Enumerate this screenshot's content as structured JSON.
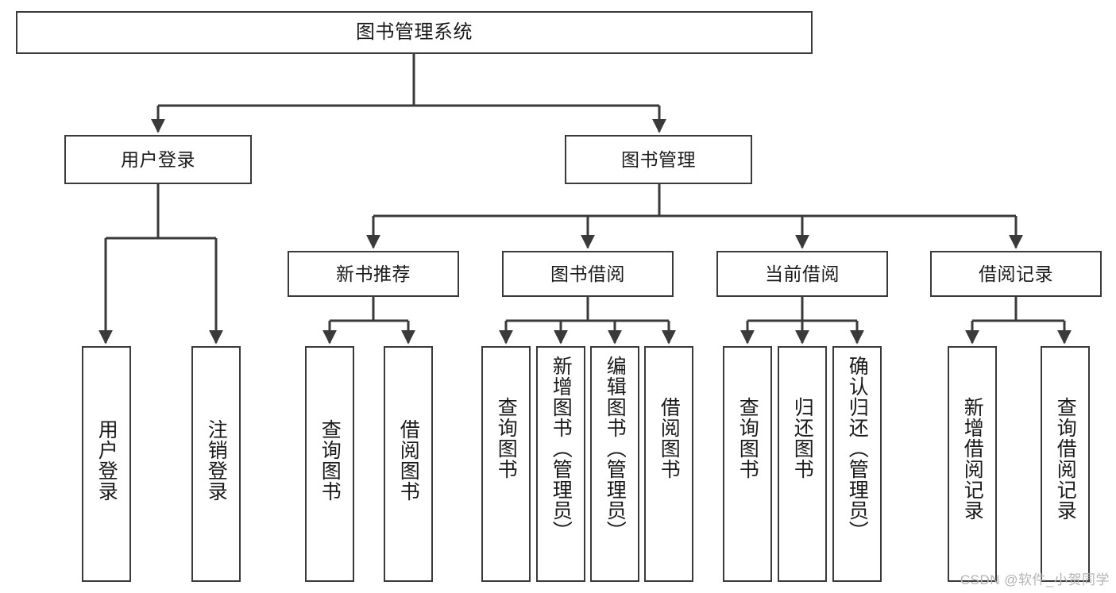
{
  "diagram": {
    "title": "图书管理系统",
    "type": "tree-hierarchy-diagram",
    "watermark": "CSDN @软件_小贺同学",
    "colors": {
      "border": "#3a3a3a",
      "fill": "#ffffff",
      "text": "#1a1a1a",
      "edge": "#3a3a3a",
      "watermark": "#b4b4b4"
    },
    "levels": [
      {
        "level": 1,
        "nodes": [
          {
            "id": "root",
            "label": "图书管理系统",
            "orientation": "horizontal"
          }
        ]
      },
      {
        "level": 2,
        "nodes": [
          {
            "id": "login",
            "label": "用户登录",
            "orientation": "horizontal",
            "parent": "root"
          },
          {
            "id": "bookmgmt",
            "label": "图书管理",
            "orientation": "horizontal",
            "parent": "root"
          }
        ]
      },
      {
        "level": 3,
        "nodes": [
          {
            "id": "newbook",
            "label": "新书推荐",
            "orientation": "horizontal",
            "parent": "bookmgmt"
          },
          {
            "id": "borrow",
            "label": "图书借阅",
            "orientation": "horizontal",
            "parent": "bookmgmt"
          },
          {
            "id": "current",
            "label": "当前借阅",
            "orientation": "horizontal",
            "parent": "bookmgmt"
          },
          {
            "id": "record",
            "label": "借阅记录",
            "orientation": "horizontal",
            "parent": "bookmgmt"
          }
        ]
      },
      {
        "level": 4,
        "nodes": [
          {
            "id": "leaf1",
            "label": "用户登录",
            "orientation": "vertical",
            "parent": "login"
          },
          {
            "id": "leaf2",
            "label": "注销登录",
            "orientation": "vertical",
            "parent": "login"
          },
          {
            "id": "leaf3",
            "label": "查询图书",
            "orientation": "vertical",
            "parent": "newbook"
          },
          {
            "id": "leaf4",
            "label": "借阅图书",
            "orientation": "vertical",
            "parent": "newbook"
          },
          {
            "id": "leaf5",
            "label": "查询图书",
            "orientation": "vertical",
            "parent": "borrow"
          },
          {
            "id": "leaf6",
            "label": "新增图书（管理员）",
            "orientation": "vertical",
            "parent": "borrow"
          },
          {
            "id": "leaf7",
            "label": "编辑图书（管理员）",
            "orientation": "vertical",
            "parent": "borrow"
          },
          {
            "id": "leaf8",
            "label": "借阅图书",
            "orientation": "vertical",
            "parent": "borrow"
          },
          {
            "id": "leaf9",
            "label": "查询图书",
            "orientation": "vertical",
            "parent": "current"
          },
          {
            "id": "leaf10",
            "label": "归还图书",
            "orientation": "vertical",
            "parent": "current"
          },
          {
            "id": "leaf11",
            "label": "确认归还（管理员）",
            "orientation": "vertical",
            "parent": "current"
          },
          {
            "id": "leaf12",
            "label": "新增借阅记录",
            "orientation": "vertical",
            "parent": "record"
          },
          {
            "id": "leaf13",
            "label": "查询借阅记录",
            "orientation": "vertical",
            "parent": "record"
          }
        ]
      }
    ]
  }
}
